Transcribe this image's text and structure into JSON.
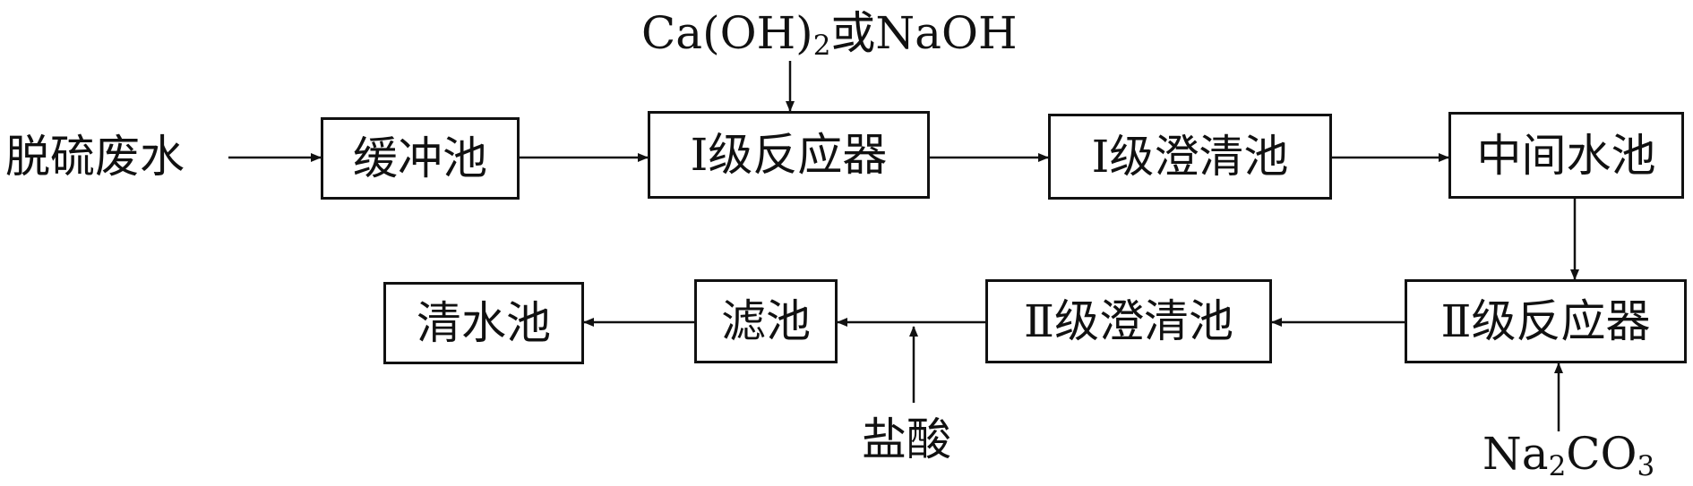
{
  "inputs": {
    "wastewater": "脱硫废水",
    "reagent_top": {
      "prefix": "Ca(OH)",
      "sub": "2",
      "suffix": "或NaOH"
    },
    "hcl": "盐酸",
    "carbonate": {
      "prefix": "Na",
      "sub1": "2",
      "mid": "CO",
      "sub2": "3"
    }
  },
  "boxes": {
    "buffer_pool": "缓冲池",
    "reactor_1": "Ⅰ级反应器",
    "clarifier_1": "Ⅰ级澄清池",
    "middle_pool": "中间水池",
    "reactor_2": "Ⅱ级反应器",
    "clarifier_2": "Ⅱ级澄清池",
    "filter_pool": "滤池",
    "clean_water_pool": "清水池"
  }
}
